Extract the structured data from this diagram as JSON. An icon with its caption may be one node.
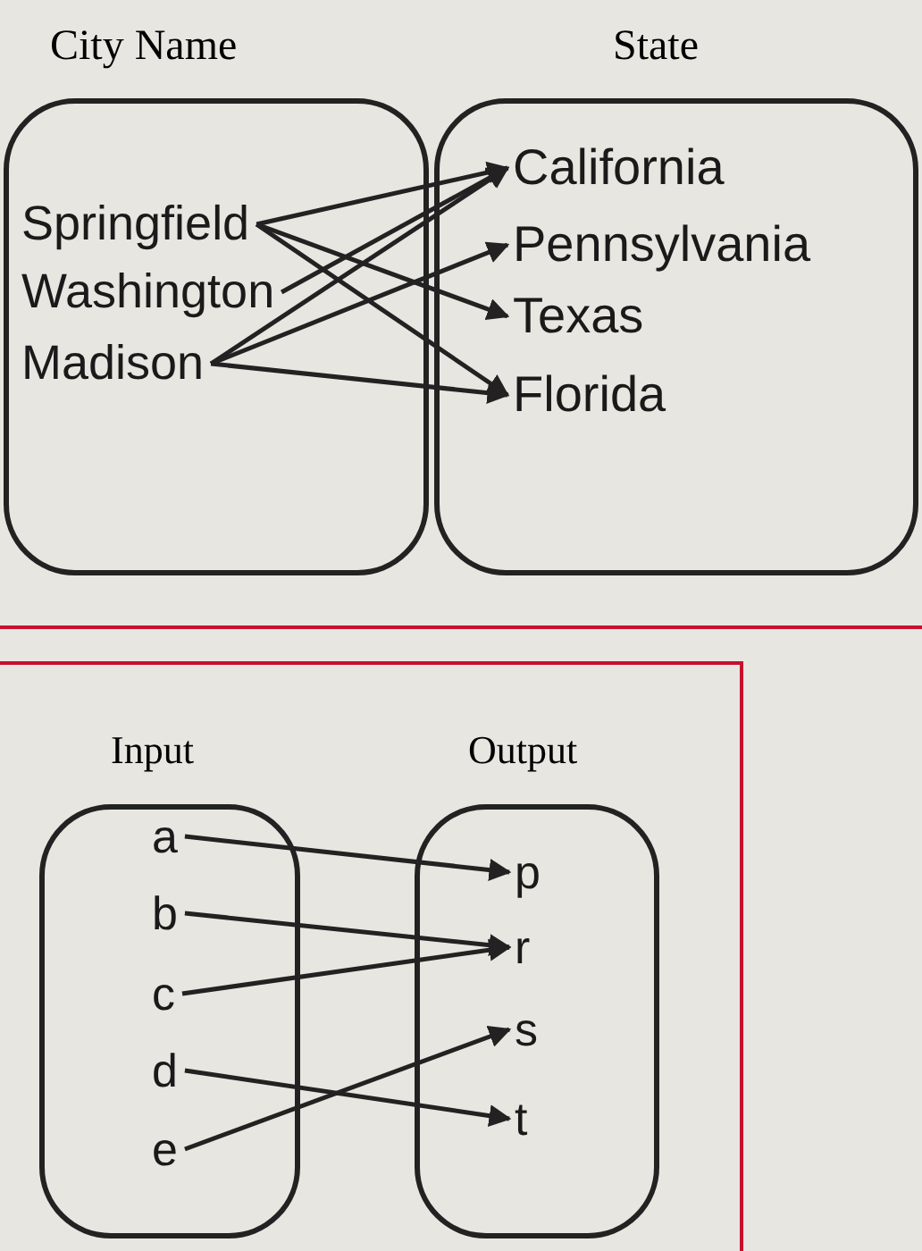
{
  "diagram": {
    "nodes": [
      {
        "text": [
          "City Name"
        ]
      },
      {
        "text": [
          "Springfield"
        ],
        "in": 0
      },
      {
        "text": [
          "Washington"
        ],
        "in": 0
      },
      {
        "text": [
          "Madison"
        ],
        "in": 0
      },
      {
        "text": [
          "State"
        ]
      },
      {
        "text": [
          "California"
        ],
        "in": 4
      },
      {
        "text": [
          "Pennsylvania"
        ],
        "in": 4
      },
      {
        "text": [
          "Texas"
        ],
        "in": 4
      },
      {
        "text": [
          "Florida"
        ],
        "in": 4
      },
      {
        "text": [
          "Input"
        ]
      },
      {
        "text": [
          "a"
        ],
        "in": 9
      },
      {
        "text": [
          "b"
        ],
        "in": 9
      },
      {
        "text": [
          "c"
        ],
        "in": 9
      },
      {
        "text": [
          "d"
        ],
        "in": 9
      },
      {
        "text": [
          "e"
        ],
        "in": 9
      },
      {
        "text": [
          "Output"
        ]
      },
      {
        "text": [
          "p"
        ],
        "in": 15
      },
      {
        "text": [
          "r"
        ],
        "in": 15
      },
      {
        "text": [
          "s"
        ],
        "in": 15
      },
      {
        "text": [
          "t"
        ],
        "in": 15
      }
    ],
    "edges": [
      {
        "from": 1,
        "to": 5,
        "arrow": "to"
      },
      {
        "from": 1,
        "to": 7,
        "arrow": "to"
      },
      {
        "from": 1,
        "to": 8,
        "arrow": "to"
      },
      {
        "from": 2,
        "to": 5,
        "arrow": "to"
      },
      {
        "from": 3,
        "to": 5,
        "arrow": "to"
      },
      {
        "from": 3,
        "to": 6,
        "arrow": "to"
      },
      {
        "from": 3,
        "to": 8,
        "arrow": "to"
      },
      {
        "from": 10,
        "to": 16,
        "arrow": "to"
      },
      {
        "from": 11,
        "to": 17,
        "arrow": "to"
      },
      {
        "from": 12,
        "to": 17,
        "arrow": "to"
      },
      {
        "from": 13,
        "to": 19,
        "arrow": "to"
      },
      {
        "from": 14,
        "to": 18,
        "arrow": "to"
      }
    ]
  }
}
